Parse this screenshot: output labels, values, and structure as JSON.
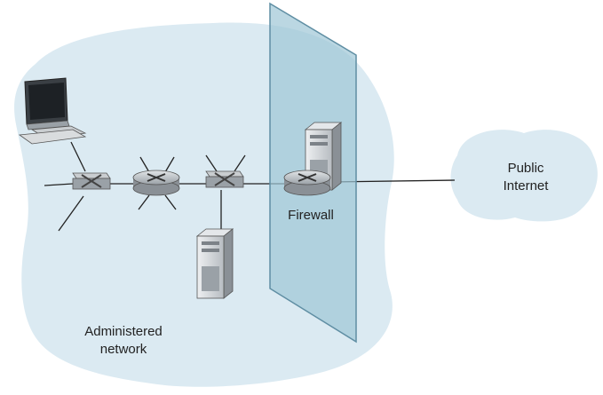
{
  "labels": {
    "administered_network": [
      "Administered",
      "network"
    ],
    "public_internet": [
      "Public",
      "Internet"
    ],
    "firewall": "Firewall"
  },
  "colors": {
    "cloud_fill": "#dbeaf2",
    "firewall_fill": "#9ec6d6",
    "firewall_edge": "#5f8ea3",
    "line": "#222222",
    "device_gray": "#c9cdd0",
    "device_dark": "#8a9096"
  },
  "icons": [
    "desktop-computer-icon",
    "switch-icon",
    "router-icon",
    "server-icon"
  ]
}
